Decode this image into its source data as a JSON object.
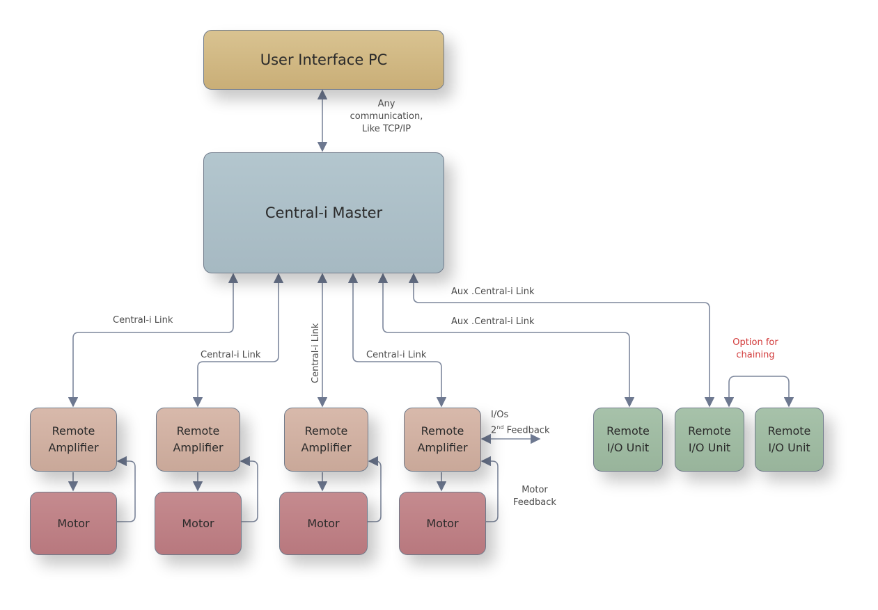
{
  "title": "Central-i System Architecture",
  "colors": {
    "ui_pc": "#cdb47e",
    "master": "#a9bcc5",
    "amplifier": "#d0b0a2",
    "motor": "#bd8186",
    "io_unit": "#9fbba2",
    "wire": "#6d7890",
    "note_red": "#d23a3a"
  },
  "nodes": {
    "ui_pc": "User Interface PC",
    "master": "Central-i Master",
    "amplifiers": [
      {
        "line1": "Remote",
        "line2": "Amplifier"
      },
      {
        "line1": "Remote",
        "line2": "Amplifier"
      },
      {
        "line1": "Remote",
        "line2": "Amplifier"
      },
      {
        "line1": "Remote",
        "line2": "Amplifier"
      }
    ],
    "motors": [
      "Motor",
      "Motor",
      "Motor",
      "Motor"
    ],
    "io_units": [
      {
        "line1": "Remote",
        "line2": "I/O Unit"
      },
      {
        "line1": "Remote",
        "line2": "I/O Unit"
      },
      {
        "line1": "Remote",
        "line2": "I/O Unit"
      }
    ]
  },
  "labels": {
    "comm_line1": "Any",
    "comm_line2": "communication,",
    "comm_line3": "Like TCP/IP",
    "link1": "Central-i Link",
    "link2": "Central-i Link",
    "link3": "Central-i Link",
    "link4": "Central-i Link",
    "aux1": "Aux .Central-i Link",
    "aux2": "Aux .Central-i Link",
    "chain_line1": "Option for",
    "chain_line2": "chaining",
    "ios": "I/Os",
    "feedback2_num": "2",
    "feedback2_sup": "nd",
    "feedback2_text": " Feedback",
    "motor_fb_line1": "Motor",
    "motor_fb_line2": "Feedback"
  }
}
